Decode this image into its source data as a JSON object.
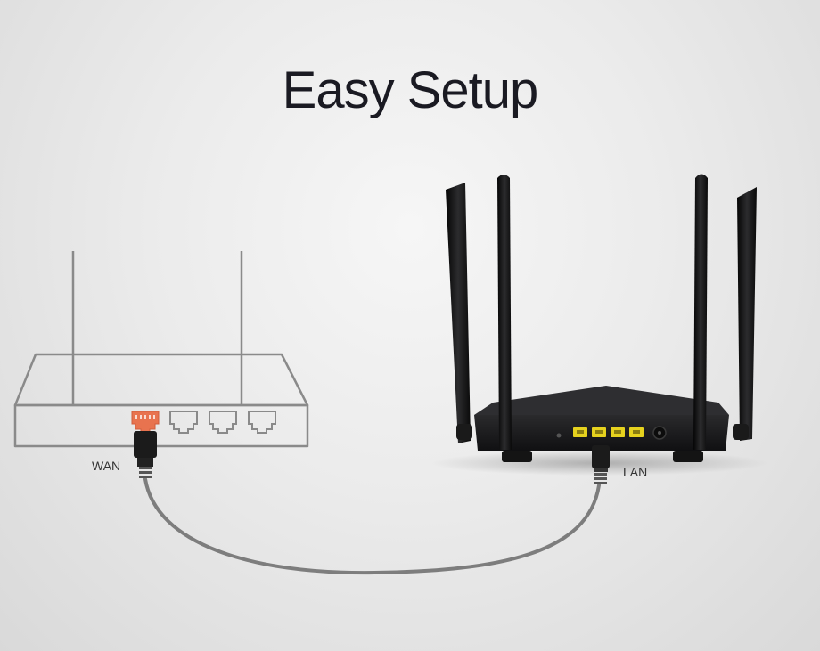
{
  "title": "Easy Setup",
  "labels": {
    "wan": "WAN",
    "lan": "LAN"
  },
  "colors": {
    "wan_port": "#e8734f",
    "lan_port": "#e6d21e",
    "outline": "#8a8a8a",
    "cable": "#7d7d7d",
    "router_body": "#1c1c1e"
  },
  "diagram": {
    "left_device": "modem-outline",
    "right_device": "router-four-antennas",
    "left_port_count": 4,
    "right_lan_port_count": 4
  }
}
